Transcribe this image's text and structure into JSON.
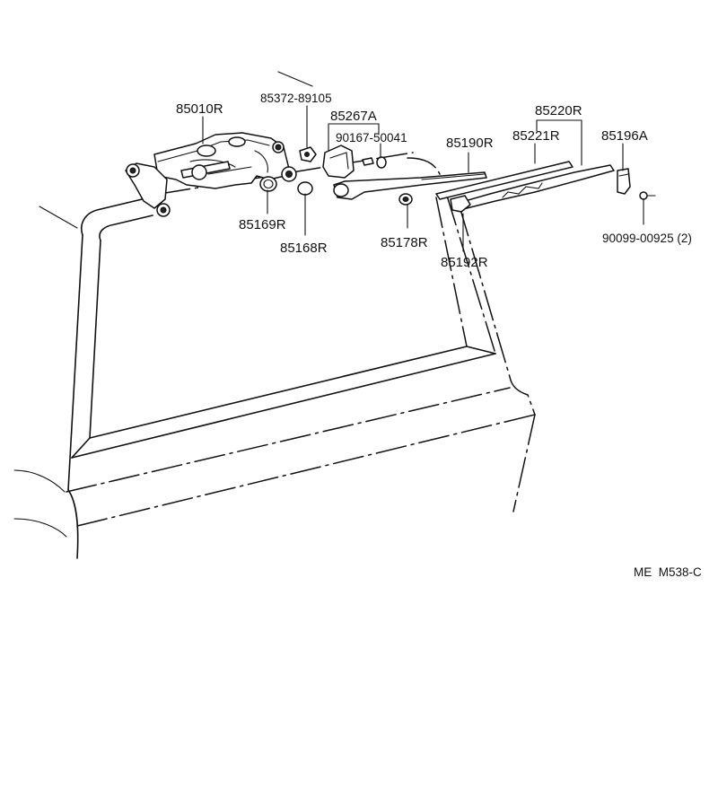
{
  "diagram": {
    "code": "ME  M538-C",
    "labels": {
      "p85010R": "85010R",
      "p85372": "85372-89105",
      "p85267A": "85267A",
      "p90167": "90167-50041",
      "p85190R": "85190R",
      "p85220R": "85220R",
      "p85221R": "85221R",
      "p85196A": "85196A",
      "p85169R": "85169R",
      "p85168R": "85168R",
      "p85178R": "85178R",
      "p85192R": "85192R",
      "p90099": "90099-00925 (2)"
    }
  }
}
